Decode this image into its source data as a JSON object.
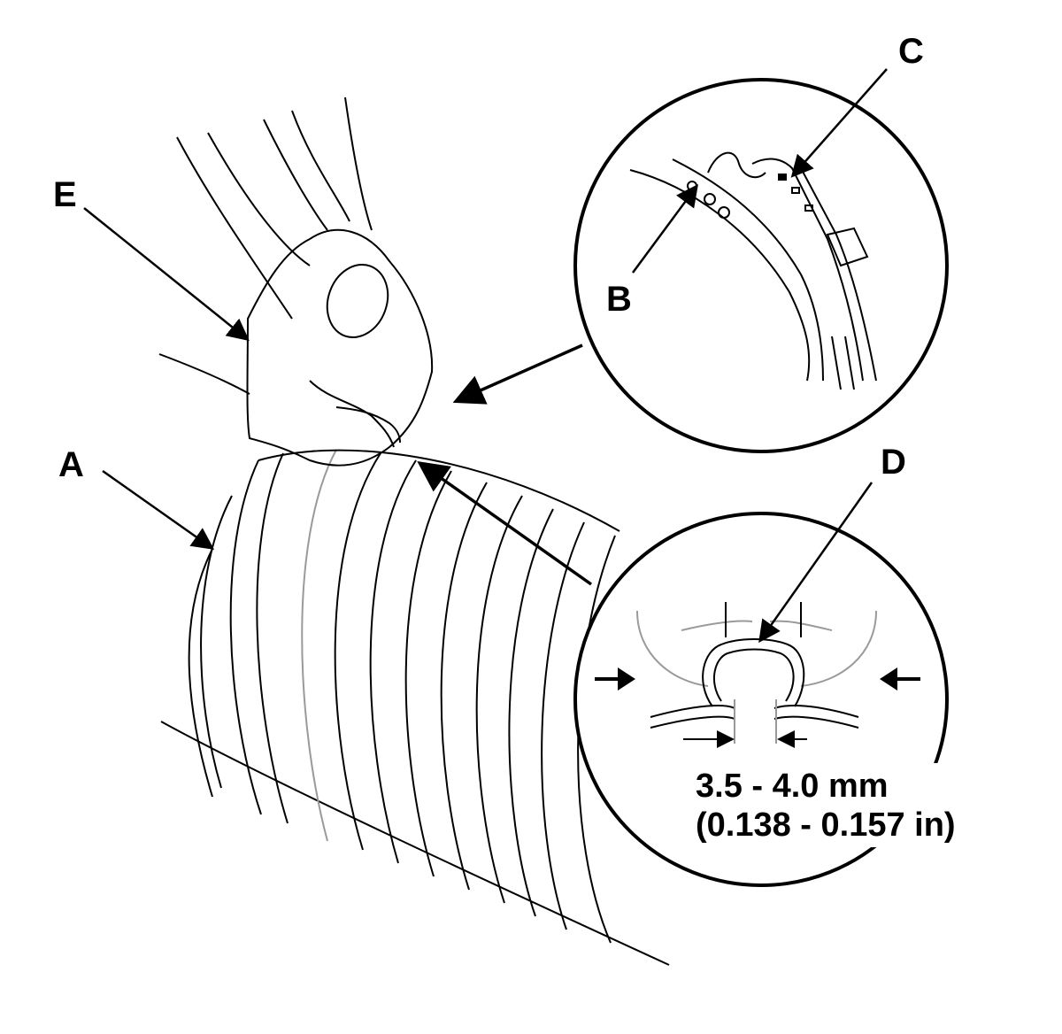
{
  "labels": {
    "a": "A",
    "b": "B",
    "c": "C",
    "d": "D",
    "e": "E"
  },
  "specification": {
    "metric": "3.5 - 4.0 mm",
    "imperial": "(0.138 - 0.157 in)"
  },
  "colors": {
    "line": "#000000",
    "light_line": "#9a9a9a",
    "background": "#ffffff"
  }
}
